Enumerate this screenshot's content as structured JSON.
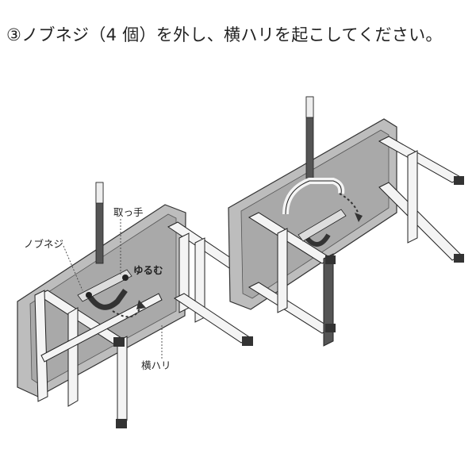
{
  "instruction": "③ノブネジ（4 個）を外し、横ハリを起こしてください。",
  "labels": {
    "handle": "取っ手",
    "knob_screw": "ノブネジ",
    "loosen": "ゆるむ",
    "crossbar": "横ハリ"
  }
}
